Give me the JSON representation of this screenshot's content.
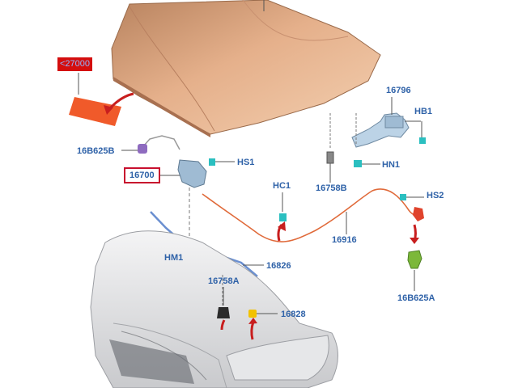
{
  "callouts": {
    "c27000": "<27000",
    "c16796": "16796",
    "cHB1": "HB1",
    "c16B625B": "16B625B",
    "cHS1": "HS1",
    "c16700": "16700",
    "c16758B": "16758B",
    "cHN1": "HN1",
    "cHC1": "HC1",
    "cHS2": "HS2",
    "c16916": "16916",
    "cHM1": "HM1",
    "c16826": "16826",
    "c16758A": "16758A",
    "c16B625A": "16B625A",
    "c16828": "16828"
  },
  "colors": {
    "label_blue": "#2f62a8",
    "highlight_red": "#c8102e",
    "hood_copper": "#d9a07a",
    "cable_orange": "#e06a3a",
    "rod_blue": "#6a8fd0",
    "arrow_red": "#c81e1e",
    "clip_teal": "#2bbfc0",
    "clip_yellow": "#f2c200",
    "clip_green": "#7cb83a",
    "clip_purple": "#8e6bbf"
  }
}
